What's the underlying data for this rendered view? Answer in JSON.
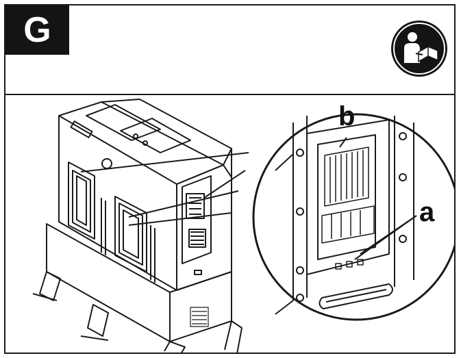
{
  "step": {
    "letter": "G"
  },
  "icons": {
    "manual": "read-manual-icon"
  },
  "callouts": {
    "b": "b",
    "a": "a"
  },
  "colors": {
    "ink": "#141414",
    "paper": "#ffffff"
  }
}
